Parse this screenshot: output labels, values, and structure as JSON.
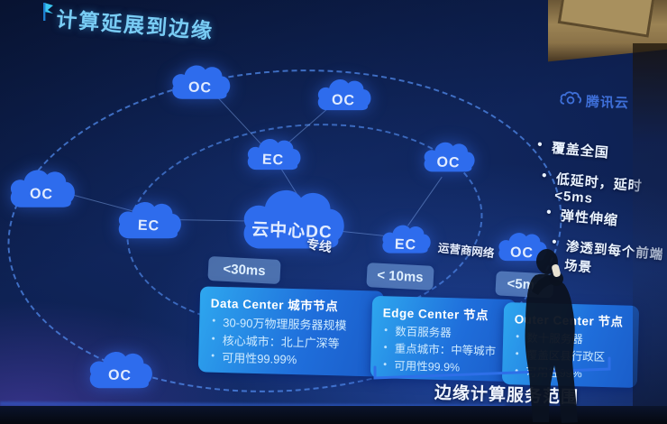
{
  "title": "计算延展到边缘",
  "logo": {
    "text": "腾讯云"
  },
  "diagram": {
    "clouds": [
      "OC",
      "OC",
      "OC",
      "OC",
      "OC",
      "OC",
      "EC",
      "EC",
      "EC"
    ],
    "center_cloud": "云中心DC",
    "link_labels": {
      "dedicated_line": "专线",
      "carrier_network": "运营商网络"
    }
  },
  "badges": [
    "<30ms",
    "< 10ms",
    "<5ms"
  ],
  "boxes": [
    {
      "title": "Data Center 城市节点",
      "bullets": [
        "30-90万物理服务器规模",
        "核心城市：北上广深等",
        "可用性99.99%"
      ]
    },
    {
      "title": "Edge Center 节点",
      "bullets": [
        "数百服务器",
        "重点城市：中等城市",
        "可用性99.9%"
      ]
    },
    {
      "title": "Outer Center 节点",
      "bullets": [
        "数十服务器",
        "覆盖区县行政区",
        "可用性99%"
      ]
    }
  ],
  "caption": "边缘计算服务范围",
  "key_points": [
    "覆盖全国",
    "低延时，延时<5ms",
    "弹性伸缩",
    "渗透到每个前端场景"
  ],
  "colors": {
    "cloud_blue": "#2e6ced",
    "title_cyan": "#79ccf4",
    "box_gradient_start": "#2ea7ef",
    "box_gradient_end": "#1a5cc8",
    "logo_blue": "#3e6fd8",
    "badge_fill": "#84b4f0"
  }
}
